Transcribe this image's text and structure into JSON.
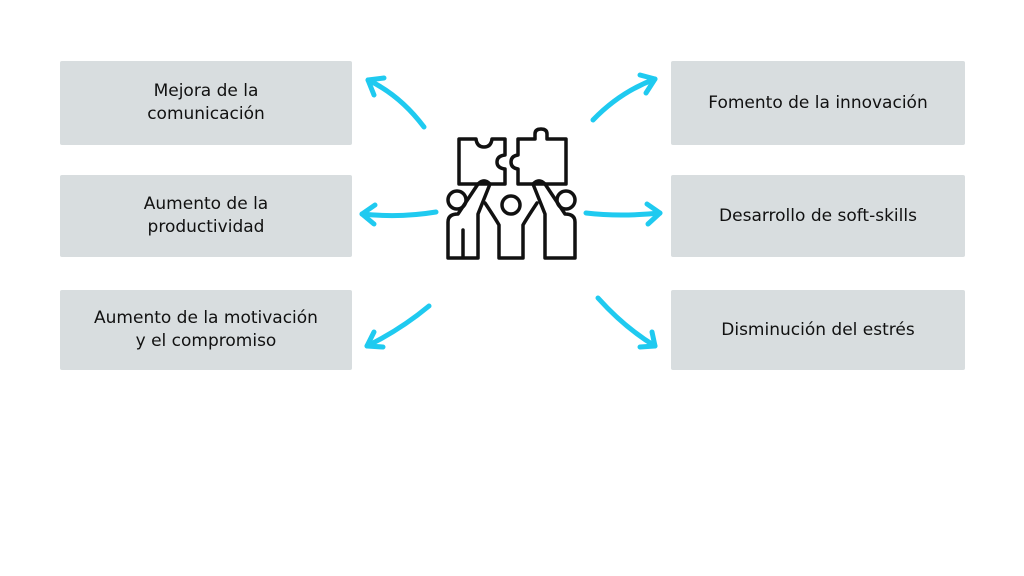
{
  "colors": {
    "arrow": "#1fcaf0",
    "box": "#d8dddf",
    "icon": "#111111"
  },
  "center_icon": "teamwork-puzzle-icon",
  "left_items": [
    {
      "label": "Mejora de la\ncomunicación"
    },
    {
      "label": "Aumento de la\nproductividad"
    },
    {
      "label": "Aumento de la motivación\ny el compromiso"
    }
  ],
  "right_items": [
    {
      "label": "Fomento de la innovación"
    },
    {
      "label": "Desarrollo de soft-skills"
    },
    {
      "label": "Disminución del estrés"
    }
  ]
}
